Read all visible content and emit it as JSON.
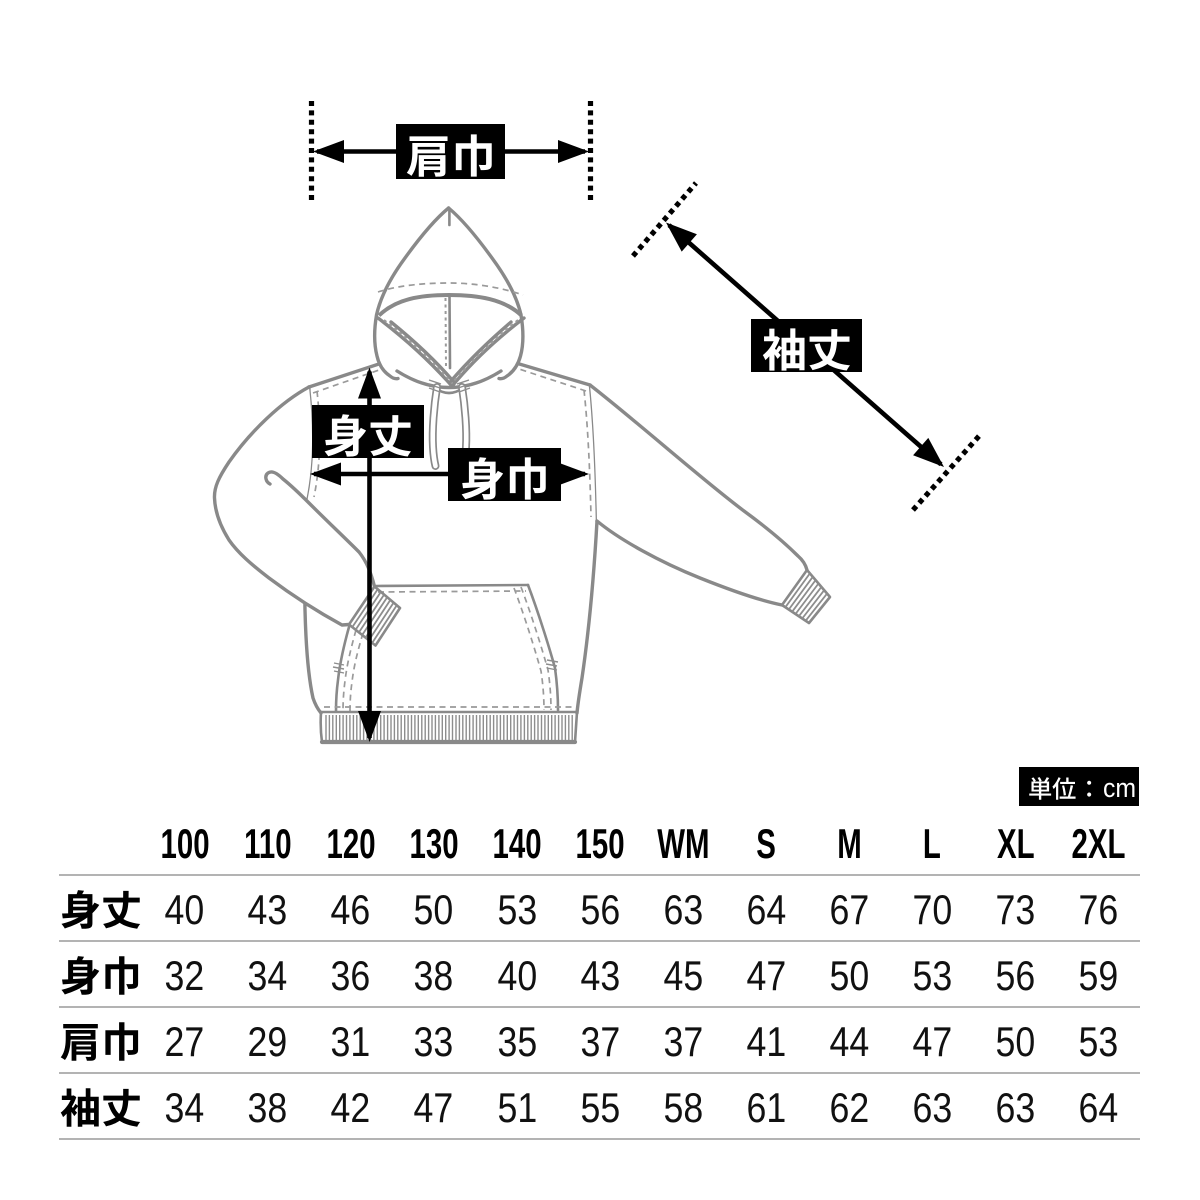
{
  "page": {
    "background": "#ffffff",
    "type": "apparel size chart"
  },
  "diagram": {
    "garment": "pullover-hoodie-line-art",
    "colors": {
      "line_art": "#8d8d8d",
      "dimension": "#000000",
      "label_bg": "#000000",
      "label_text": "#ffffff"
    },
    "annotations": {
      "shoulder_width": {
        "label": "肩巾"
      },
      "sleeve_length": {
        "label": "袖丈"
      },
      "body_length": {
        "label": "身丈"
      },
      "body_width": {
        "label": "身巾"
      }
    }
  },
  "unit": {
    "label": "単位：cm",
    "latin_suffix": "cm"
  },
  "table": {
    "columns": [
      "100",
      "110",
      "120",
      "130",
      "140",
      "150",
      "WM",
      "S",
      "M",
      "L",
      "XL",
      "2XL"
    ],
    "rows": [
      {
        "label": "身丈",
        "values": [
          "40",
          "43",
          "46",
          "50",
          "53",
          "56",
          "63",
          "64",
          "67",
          "70",
          "73",
          "76"
        ]
      },
      {
        "label": "身巾",
        "values": [
          "32",
          "34",
          "36",
          "38",
          "40",
          "43",
          "45",
          "47",
          "50",
          "53",
          "56",
          "59"
        ]
      },
      {
        "label": "肩巾",
        "values": [
          "27",
          "29",
          "31",
          "33",
          "35",
          "37",
          "37",
          "41",
          "44",
          "47",
          "50",
          "53"
        ]
      },
      {
        "label": "袖丈",
        "values": [
          "34",
          "38",
          "42",
          "47",
          "51",
          "55",
          "58",
          "61",
          "62",
          "63",
          "63",
          "64"
        ]
      }
    ]
  }
}
